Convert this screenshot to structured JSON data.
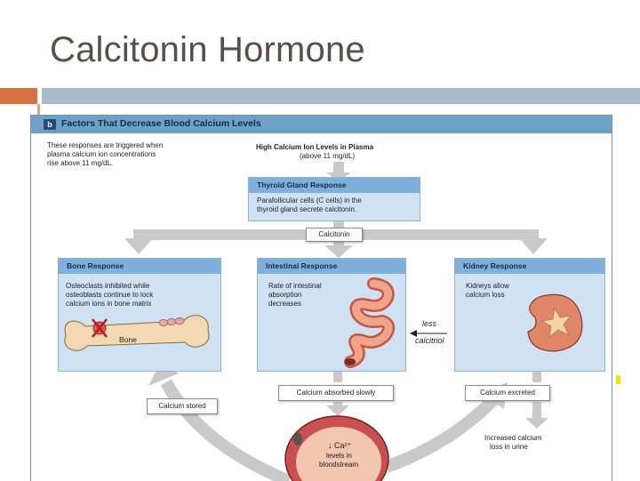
{
  "slide": {
    "title": "Calcitonin Hormone"
  },
  "figure": {
    "letter": "b",
    "title": "Factors That Decrease Blood Calcium Levels",
    "intro_lines": [
      "These responses are triggered when",
      "plasma calcium ion concentrations",
      "rise above 11 mg/dL."
    ],
    "trigger_lines": [
      "High Calcium Ion Levels in Plasma",
      "(above 11 mg/dL)"
    ],
    "thyroid": {
      "heading": "Thyroid Gland Response",
      "lines": [
        "Parafollicular cells (C cells) in the",
        "thyroid gland secrete calcitonin."
      ]
    },
    "calcitonin_label": "Calcitonin",
    "bone": {
      "heading": "Bone Response",
      "lines": [
        "Osteoclasts inhibited while",
        "osteoblasts continue to lock",
        "calcium ions in bone matrix"
      ],
      "bone_label": "Bone"
    },
    "intestinal": {
      "heading": "Intestinal Response",
      "lines": [
        "Rate of intestinal",
        "absorption",
        "decreases"
      ]
    },
    "kidney": {
      "heading": "Kidney Response",
      "lines": [
        "Kidneys allow",
        "calcium loss"
      ]
    },
    "less_calcitriol": [
      "less",
      "calcitriol"
    ],
    "calcium_stored": "Calcium stored",
    "calcium_absorbed": "Calcium absorbed slowly",
    "calcium_excreted": "Calcium excreted",
    "blood_lines": [
      "↓ Ca²⁺",
      "levels in",
      "bloodstream"
    ],
    "urine_lines": [
      "Increased calcium",
      "loss in urine"
    ]
  },
  "colors": {
    "accent_orange": "#d6723f",
    "accent_blue": "#a9bccc",
    "panel": "#cfe2f3",
    "panel_head": "#7fb0dc"
  }
}
